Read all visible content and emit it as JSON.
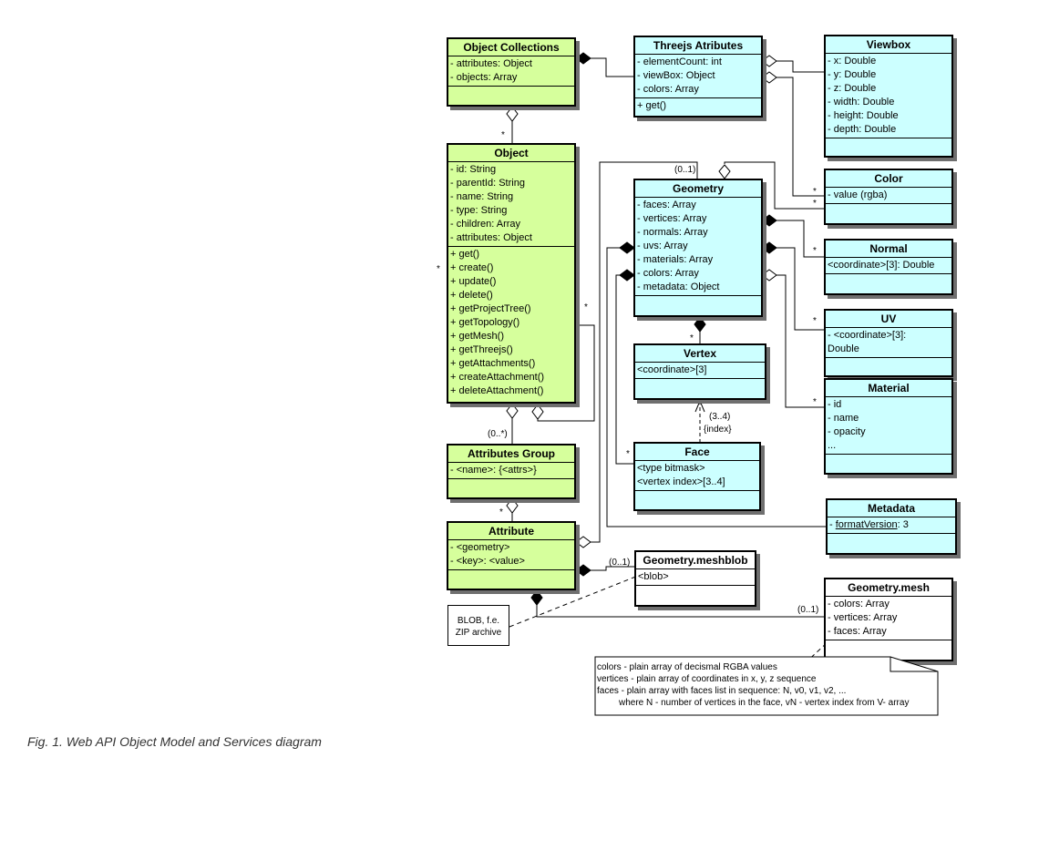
{
  "caption": "Fig. 1. Web API Object Model and Services diagram",
  "classes": {
    "object_collections": {
      "name": "Object Collections",
      "attrs": [
        "- attributes: Object",
        "- objects: Array"
      ],
      "ops": []
    },
    "threejs_atributes": {
      "name": "Threejs Atributes",
      "attrs": [
        "- elementCount: int",
        "- viewBox: Object",
        "- colors: Array"
      ],
      "ops": [
        "+ get()"
      ]
    },
    "viewbox": {
      "name": "Viewbox",
      "attrs": [
        "- x: Double",
        "- y: Double",
        "- z: Double",
        "- width: Double",
        "- height: Double",
        "- depth: Double"
      ],
      "ops": []
    },
    "object": {
      "name": "Object",
      "attrs": [
        "- id: String",
        "- parentId: String",
        "- name: String",
        "- type: String",
        "- children: Array",
        "- attributes: Object"
      ],
      "ops": [
        "+ get()",
        "+ create()",
        "+ update()",
        "+ delete()",
        "+ getProjectTree()",
        "+ getTopology()",
        "+ getMesh()",
        "+ getThreejs()",
        "+ getAttachments()",
        "+ createAttachment()",
        "+ deleteAttachment()"
      ]
    },
    "geometry": {
      "name": "Geometry",
      "attrs": [
        "- faces: Array",
        "- vertices: Array",
        "- normals: Array",
        "- uvs: Array",
        "- materials: Array",
        "- colors: Array",
        "- metadata: Object"
      ],
      "ops": []
    },
    "color": {
      "name": "Color",
      "attrs": [
        "- value (rgba)"
      ],
      "ops": []
    },
    "normal": {
      "name": "Normal",
      "attrs": [
        "<coordinate>[3]: Double"
      ],
      "ops": []
    },
    "uv": {
      "name": "UV",
      "attrs": [
        "- <coordinate>[3]:",
        "Double"
      ],
      "ops": []
    },
    "vertex": {
      "name": "Vertex",
      "attrs": [
        "<coordinate>[3]"
      ],
      "ops": []
    },
    "material": {
      "name": "Material",
      "attrs": [
        "- id",
        "- name",
        "- opacity",
        "..."
      ],
      "ops": []
    },
    "face": {
      "name": "Face",
      "attrs": [
        "<type bitmask>",
        "<vertex index>[3..4]"
      ],
      "ops": []
    },
    "attributes_group": {
      "name": "Attributes Group",
      "attrs": [
        "- <name>: {<attrs>}"
      ],
      "ops": []
    },
    "metadata": {
      "name": "Metadata",
      "attrs_prefix": "- ",
      "attr_underlined": "formatVersion",
      "attr_suffix": ": 3"
    },
    "attribute": {
      "name": "Attribute",
      "attrs": [
        "- <geometry>",
        "- <key>: <value>"
      ],
      "ops": []
    },
    "geometry_meshblob": {
      "name": "Geometry.meshblob",
      "attrs": [
        "<blob>"
      ],
      "ops": []
    },
    "geometry_mesh": {
      "name": "Geometry.mesh",
      "attrs": [
        "- colors: Array",
        "- vertices: Array",
        "- faces: Array"
      ],
      "ops": []
    }
  },
  "multiplicities": {
    "object_collections_object": "*",
    "object_self": "*",
    "object_left": "*",
    "object_attrgroup": "(0..*)",
    "attrgroup_attribute": "*",
    "geometry_top": "(0..1)",
    "color_1": "*",
    "color_2": "*",
    "normal": "*",
    "uv": "*",
    "material": "*",
    "vertex": "*",
    "face": "*",
    "face_vertex": "(3..4)",
    "face_vertex_role": "{index}",
    "meshblob": "(0..1)",
    "mesh": "(0..1)"
  },
  "notes": {
    "blob": [
      "BLOB, f.e.",
      "ZIP archive"
    ],
    "mesh": [
      "colors - plain array of decismal RGBA values",
      "vertices - plain array of coordinates in x, y, z sequence",
      "faces - plain array with faces list in sequence: N, v0, v1, v2, ...",
      "where N - number of vertices in the face, vN - vertex index from V- array"
    ]
  },
  "colors": {
    "green_class": "#d6ff9c",
    "cyan_class": "#ccffff",
    "white_class": "#ffffff",
    "shadow": "#6f6f6f"
  }
}
